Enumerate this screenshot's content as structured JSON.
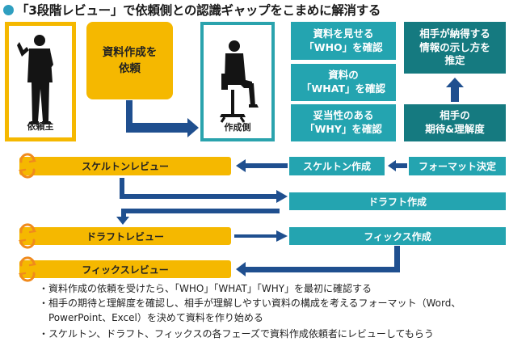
{
  "title": "「3段階レビュー」で依頼側との認識ギャップをこまめに解消する",
  "client_label": "依頼主",
  "request_box": "資料作成を\n依頼",
  "maker_label": "作成側",
  "confirm_who": "資料を見せる\n「WHO」を確認",
  "confirm_what": "資料の\n「WHAT」を確認",
  "confirm_why": "妥当性のある\n「WHY」を確認",
  "presentation": "相手が納得する\n情報の示し方を\n推定",
  "expectation": "相手の\n期待&理解度",
  "format_decision": "フォーマット決定",
  "skeleton_make": "スケルトン作成",
  "skeleton_review": "スケルトンレビュー",
  "draft_make": "ドラフト作成",
  "draft_review": "ドラフトレビュー",
  "fix_make": "フィックス作成",
  "fix_review": "フィックスレビュー",
  "bullets": [
    "・資料作成の依頼を受けたら、「WHO」「WHAT」「WHY」を最初に確認する",
    "・相手の期待と理解度を確認し、相手が理解しやすい資料の構成を考えるフォーマット（Word、",
    "　PowerPoint、Excel）を決めて資料を作り始める",
    "・スケルトン、ドラフト、フィックスの各フェーズで資料作成依頼者にレビューしてもらう"
  ],
  "colors": {
    "yellow": "#f5b800",
    "teal": "#24a4b0",
    "dark_teal": "#157a80",
    "navy": "#1f4f8f",
    "orange": "#f08a1c"
  }
}
